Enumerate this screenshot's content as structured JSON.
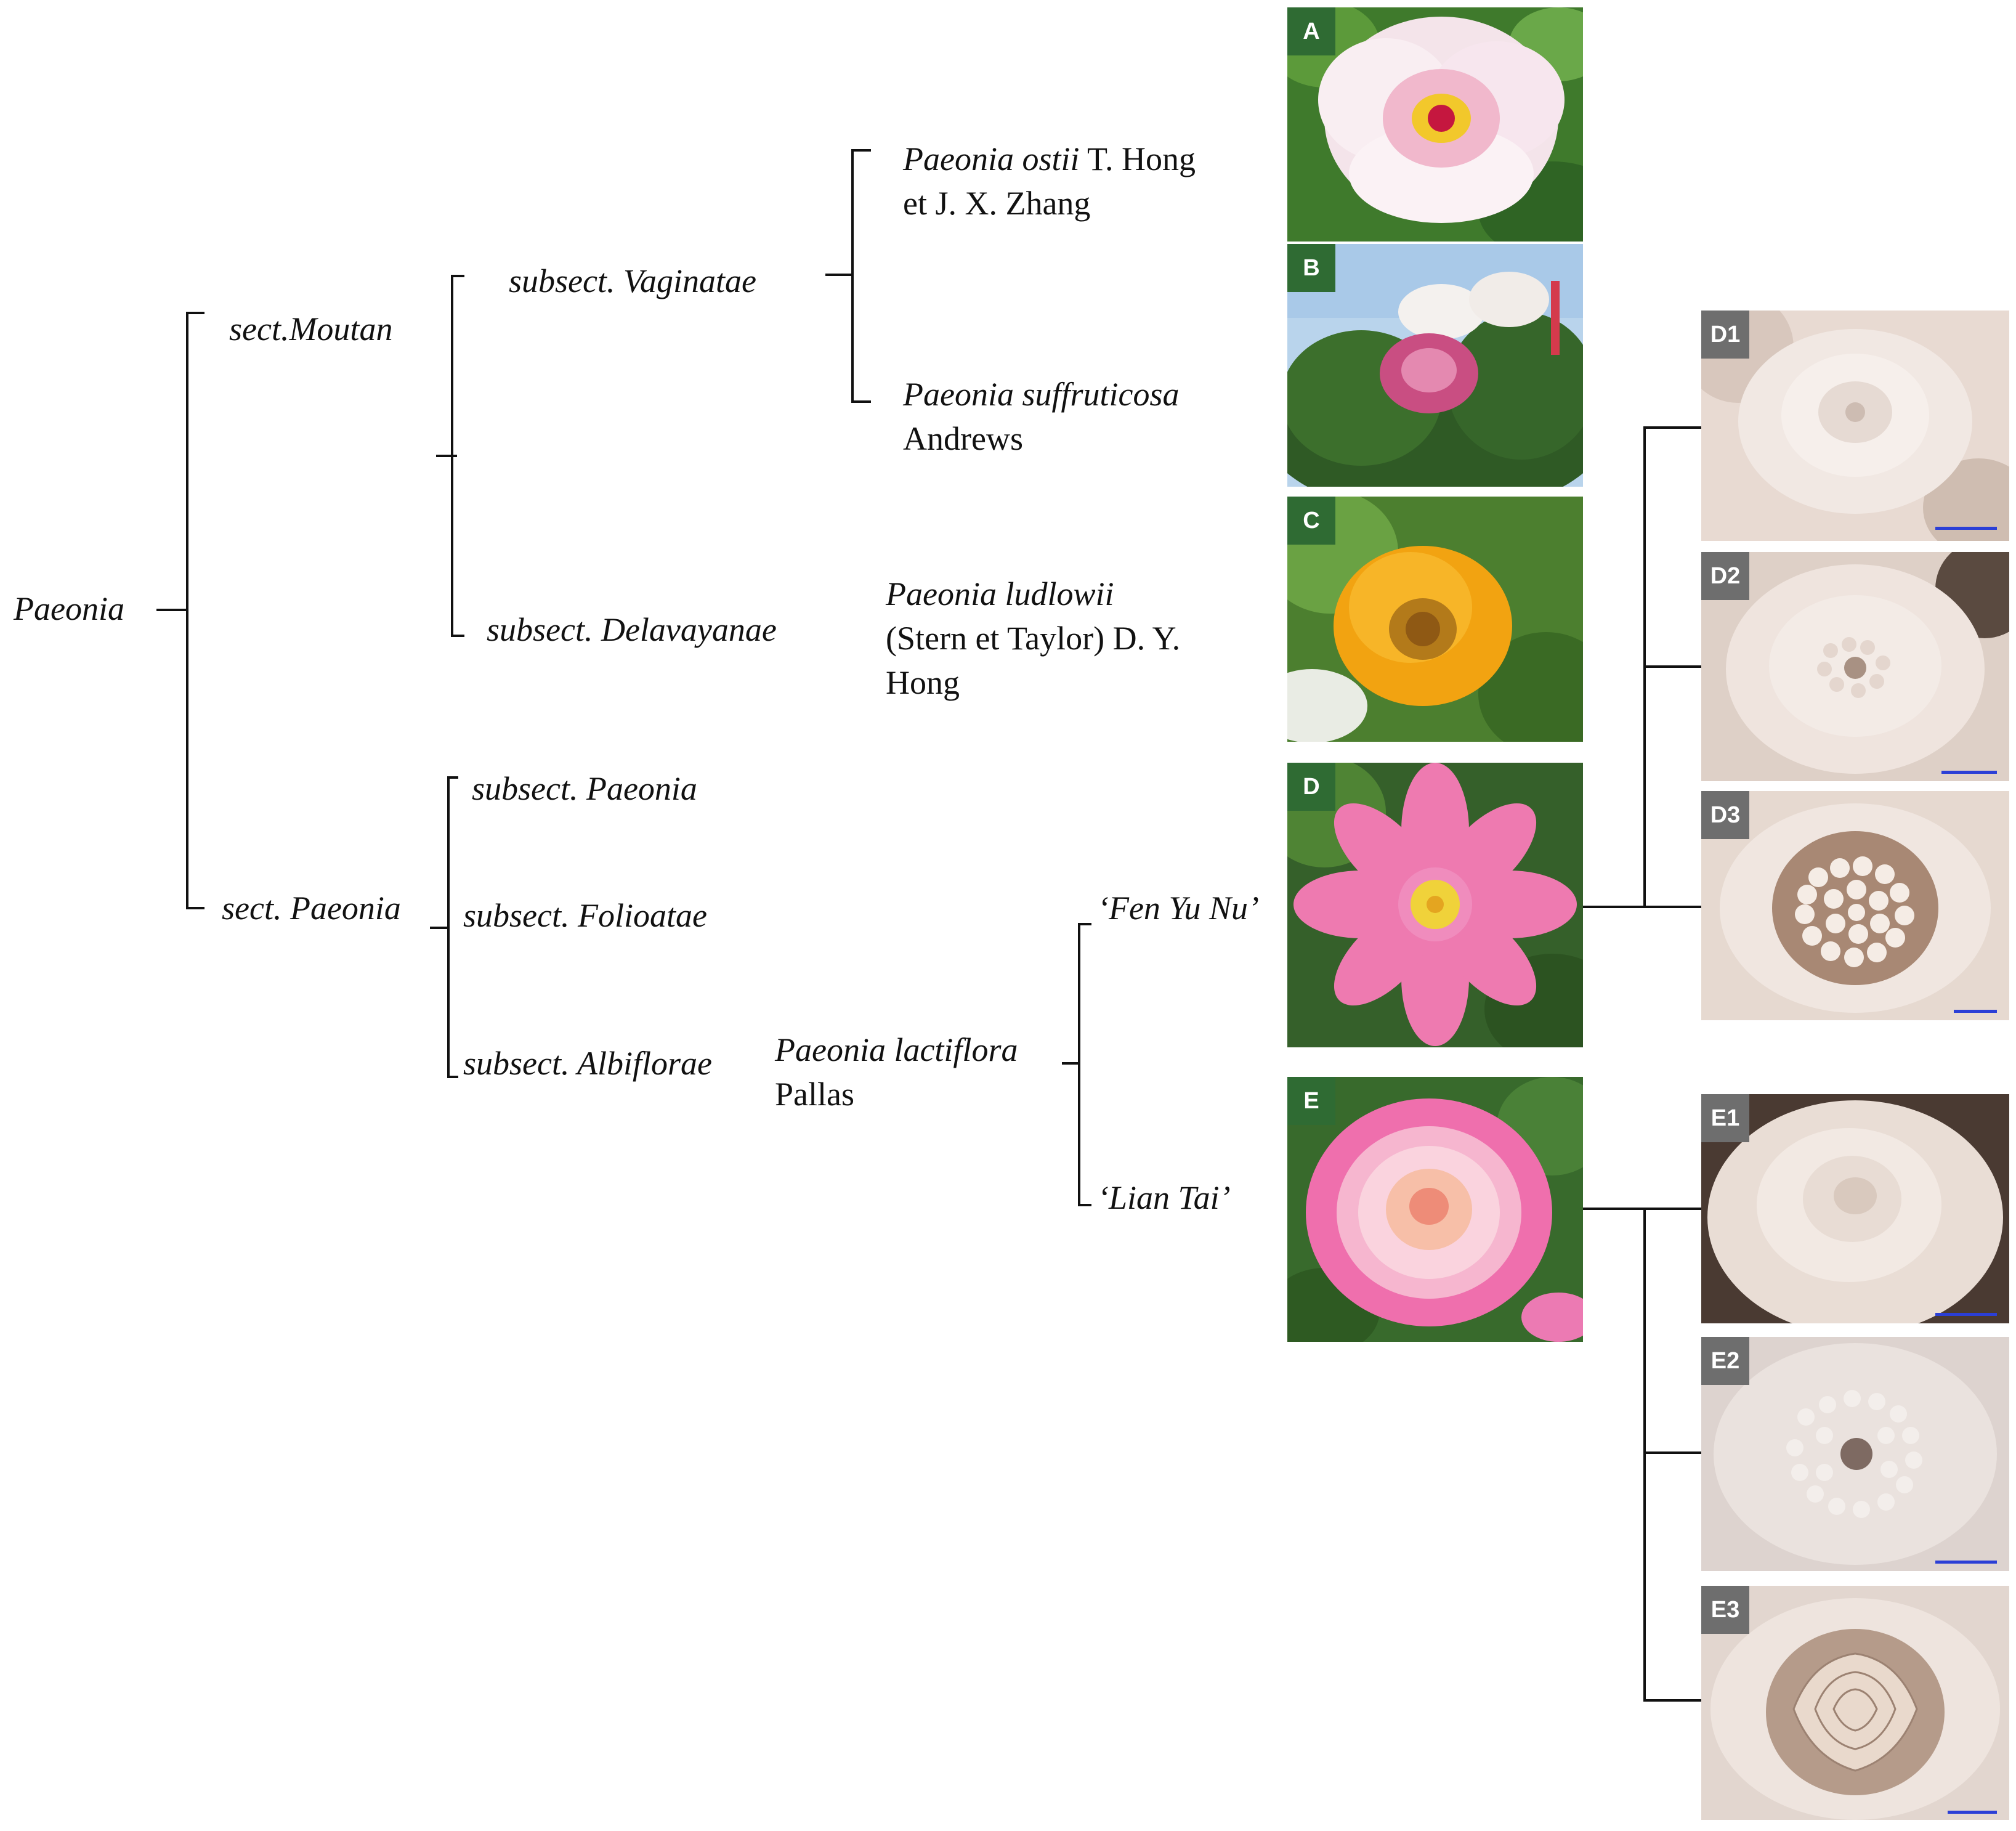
{
  "tree": {
    "root": "Paeonia",
    "sections": [
      {
        "label": "sect.Moutan"
      },
      {
        "label": "sect. Paeonia"
      }
    ],
    "subsections": [
      {
        "prefix": "subsect. ",
        "name": "Vaginatae"
      },
      {
        "prefix": "subsect. ",
        "name": "Delavayanae"
      },
      {
        "prefix": "subsect. ",
        "name": "Paeonia"
      },
      {
        "prefix": "subsect. ",
        "name": "Folioatae"
      },
      {
        "prefix": "subsect. ",
        "name": "Albiflorae"
      }
    ],
    "species": [
      {
        "name": "Paeonia ostii",
        "author1": " T. Hong",
        "author2": "et J. X. Zhang"
      },
      {
        "name": "Paeonia suffruticosa",
        "author2": "Andrews"
      },
      {
        "name": "Paeonia ludlowii",
        "author1": "(Stern et Taylor) D. Y.",
        "author2": "Hong"
      },
      {
        "name": "Paeonia lactiflora",
        "author2": "Pallas"
      }
    ],
    "cultivars": [
      {
        "label": "‘Fen Yu Nu’"
      },
      {
        "label": "‘Lian Tai’"
      }
    ]
  },
  "photos": {
    "main": [
      {
        "tag": "A"
      },
      {
        "tag": "B"
      },
      {
        "tag": "C"
      },
      {
        "tag": "D"
      },
      {
        "tag": "E"
      }
    ],
    "detail_d": [
      {
        "tag": "D1"
      },
      {
        "tag": "D2"
      },
      {
        "tag": "D3"
      }
    ],
    "detail_e": [
      {
        "tag": "E1"
      },
      {
        "tag": "E2"
      },
      {
        "tag": "E3"
      }
    ]
  },
  "colors": {
    "line": "#111111",
    "tag_green": "#2f6b33",
    "tag_grey": "#6e6e6e",
    "scale_bar": "#2b3fd6"
  }
}
